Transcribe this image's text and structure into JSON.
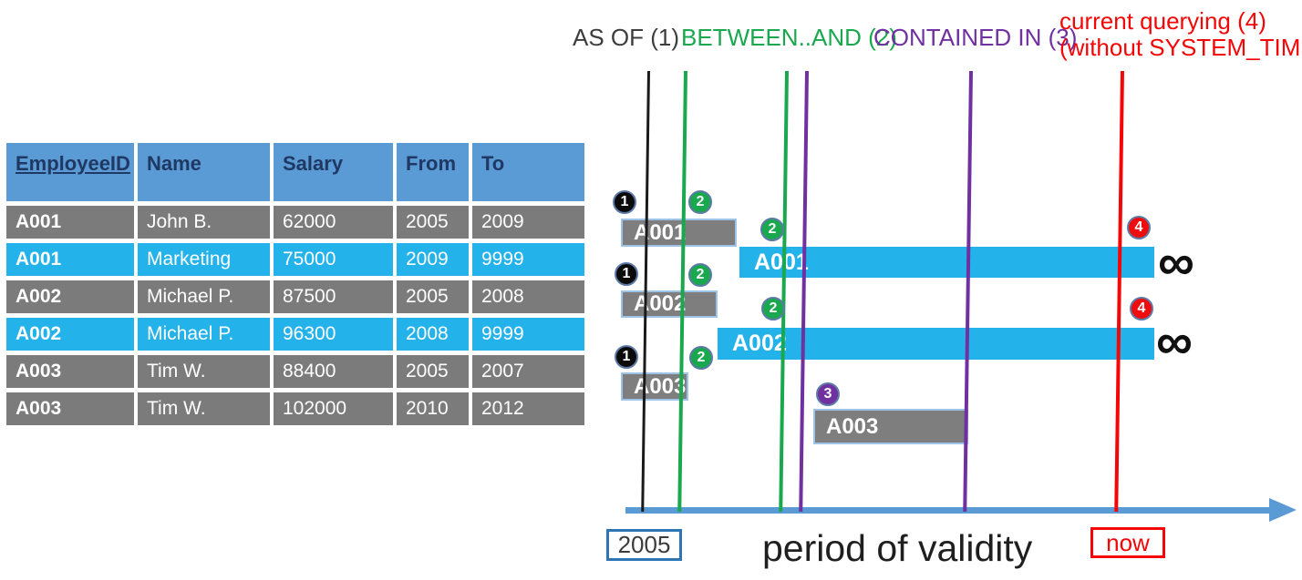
{
  "table": {
    "headers": [
      "EmployeeID",
      "Name",
      "Salary",
      "From",
      "To"
    ],
    "rows": [
      {
        "id": "A001",
        "name": "John B.",
        "salary": "62000",
        "from": "2005",
        "to": "2009",
        "highlight": false
      },
      {
        "id": "A001",
        "name": "Marketing",
        "salary": "75000",
        "from": "2009",
        "to": "9999",
        "highlight": true
      },
      {
        "id": "A002",
        "name": "Michael P.",
        "salary": "87500",
        "from": "2005",
        "to": "2008",
        "highlight": false
      },
      {
        "id": "A002",
        "name": "Michael P.",
        "salary": "96300",
        "from": "2008",
        "to": "9999",
        "highlight": true
      },
      {
        "id": "A003",
        "name": "Tim W.",
        "salary": "88400",
        "from": "2005",
        "to": "2007",
        "highlight": false
      },
      {
        "id": "A003",
        "name": "Tim W.",
        "salary": "102000",
        "from": "2010",
        "to": "2012",
        "highlight": false
      }
    ]
  },
  "legend": {
    "as_of": "AS OF (1)",
    "between_and": "BETWEEN..AND (2)",
    "contained_in": "CONTAINED IN (3)",
    "current_line1": "current querying (4)",
    "current_line2": "(without SYSTEM_TIME)"
  },
  "diagram": {
    "query_lines": [
      {
        "query": "AS OF",
        "color": "#1A1A1A"
      },
      {
        "query": "BETWEEN..AND start",
        "color": "#1AA84F"
      },
      {
        "query": "BETWEEN..AND end",
        "color": "#1AA84F"
      },
      {
        "query": "CONTAINED IN start",
        "color": "#7030A0"
      },
      {
        "query": "CONTAINED IN end",
        "color": "#7030A0"
      },
      {
        "query": "current querying",
        "color": "#F40606"
      }
    ],
    "bars": [
      {
        "label": "A001",
        "kind": "history"
      },
      {
        "label": "A001",
        "kind": "current"
      },
      {
        "label": "A002",
        "kind": "history"
      },
      {
        "label": "A002",
        "kind": "current"
      },
      {
        "label": "A003",
        "kind": "history"
      },
      {
        "label": "A003",
        "kind": "history"
      }
    ],
    "markers": [
      {
        "n": "1",
        "color": "black"
      },
      {
        "n": "2",
        "color": "green"
      },
      {
        "n": "2",
        "color": "green"
      },
      {
        "n": "1",
        "color": "black"
      },
      {
        "n": "2",
        "color": "green"
      },
      {
        "n": "2",
        "color": "green"
      },
      {
        "n": "1",
        "color": "black"
      },
      {
        "n": "2",
        "color": "green"
      },
      {
        "n": "3",
        "color": "purple"
      },
      {
        "n": "4",
        "color": "red"
      },
      {
        "n": "4",
        "color": "red"
      }
    ],
    "infinity": "∞"
  },
  "footer": {
    "start_year": "2005",
    "axis_label": "period of validity",
    "now_label": "now"
  },
  "colors": {
    "header_blue": "#5B9BD5",
    "header_text_navy": "#1F3864",
    "row_gray": "#7B7B7B",
    "row_cyan": "#24B2EA",
    "green": "#1AA84F",
    "purple": "#7030A0",
    "red": "#F40606",
    "axis_blue": "#5B9BD5",
    "year_box_border": "#2E75B6",
    "bar_border_light_blue": "#9DC3E6"
  }
}
